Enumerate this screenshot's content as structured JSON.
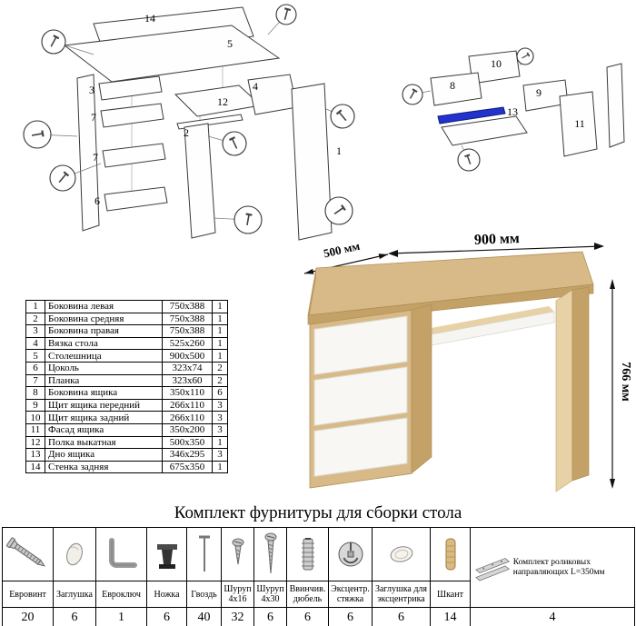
{
  "colors": {
    "wood": "#d7ba88",
    "wood_dark": "#c3a167",
    "wood_light": "#e6d2a6",
    "drawer": "#f8f7f3",
    "highlight": "#2233cc"
  },
  "desk": {
    "dim_width": "900 мм",
    "dim_depth": "500 мм",
    "dim_height": "766 мм"
  },
  "diagram_left": {
    "labels": {
      "l14": "14",
      "l5": "5",
      "l3": "3",
      "l7a": "7",
      "l7b": "7",
      "l6": "6",
      "l12": "12",
      "l4": "4",
      "l2": "2",
      "l1": "1"
    }
  },
  "diagram_right": {
    "labels": {
      "l10": "10",
      "l8": "8",
      "l9": "9",
      "l13": "13",
      "l11": "11"
    }
  },
  "parts_table": {
    "rows": [
      {
        "num": "1",
        "name": "Боковина левая",
        "size": "750x388",
        "qty": "1"
      },
      {
        "num": "2",
        "name": "Боковина средняя",
        "size": "750x388",
        "qty": "1"
      },
      {
        "num": "3",
        "name": "Боковина правая",
        "size": "750x388",
        "qty": "1"
      },
      {
        "num": "4",
        "name": "Вязка стола",
        "size": "525x260",
        "qty": "1"
      },
      {
        "num": "5",
        "name": "Столешница",
        "size": "900x500",
        "qty": "1"
      },
      {
        "num": "6",
        "name": "Цоколь",
        "size": "323x74",
        "qty": "2"
      },
      {
        "num": "7",
        "name": "Планка",
        "size": "323x60",
        "qty": "2"
      },
      {
        "num": "8",
        "name": "Боковина ящика",
        "size": "350x110",
        "qty": "6"
      },
      {
        "num": "9",
        "name": "Щит ящика передний",
        "size": "266x110",
        "qty": "3"
      },
      {
        "num": "10",
        "name": "Щит ящика задний",
        "size": "266x110",
        "qty": "3"
      },
      {
        "num": "11",
        "name": "Фасад ящика",
        "size": "350x200",
        "qty": "3"
      },
      {
        "num": "12",
        "name": "Полка выкатная",
        "size": "500x350",
        "qty": "1"
      },
      {
        "num": "13",
        "name": "Дно ящика",
        "size": "346x295",
        "qty": "3"
      },
      {
        "num": "14",
        "name": "Стенка задняя",
        "size": "675x350",
        "qty": "1"
      }
    ]
  },
  "hardware_title": "Комплект фурнитуры для сборки стола",
  "hardware": {
    "items": [
      {
        "name": "Евровинт",
        "qty": "20"
      },
      {
        "name": "Заглушка",
        "qty": "6"
      },
      {
        "name": "Евроключ",
        "qty": "1"
      },
      {
        "name": "Ножка",
        "qty": "6"
      },
      {
        "name": "Гвоздь",
        "qty": "40"
      },
      {
        "name": "Шуруп 4x16",
        "qty": "32"
      },
      {
        "name": "Шуруп 4x30",
        "qty": "6"
      },
      {
        "name": "Ввинчив. дюбель",
        "qty": "6"
      },
      {
        "name": "Эксцентр. стяжка",
        "qty": "6"
      },
      {
        "name": "Заглушка для эксцентрика",
        "qty": "6"
      },
      {
        "name": "Шкант",
        "qty": "14"
      },
      {
        "name": "Комплект роликовых направляющих L=350мм",
        "qty": "4"
      }
    ]
  }
}
